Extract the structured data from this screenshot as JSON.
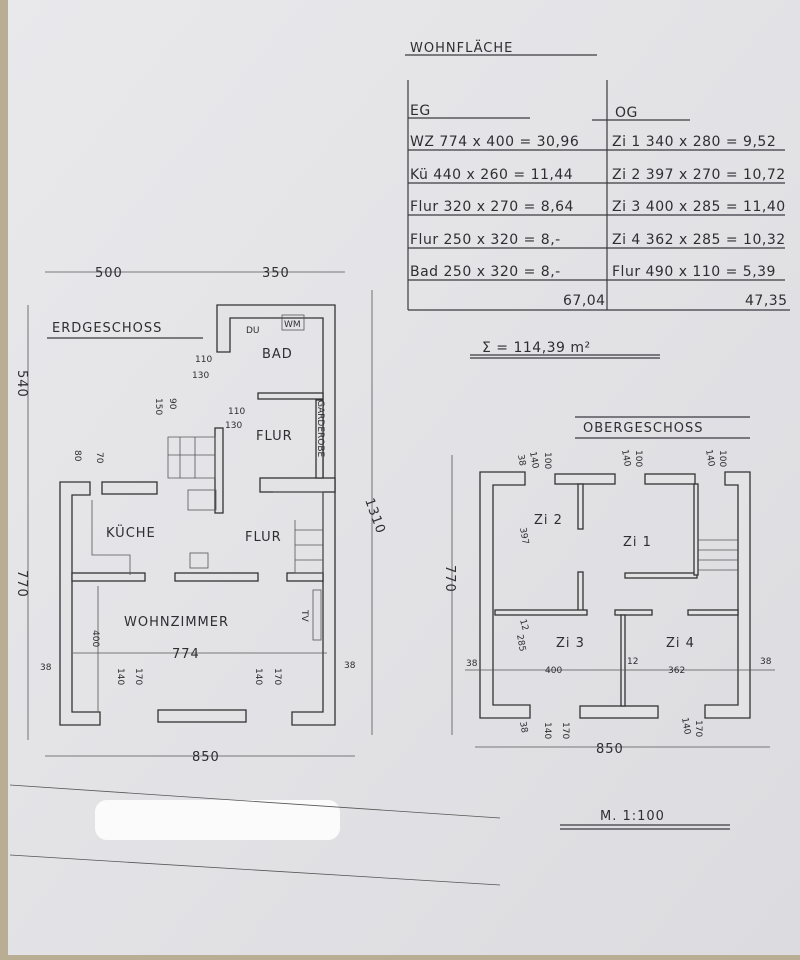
{
  "title": "WOHNFLÄCHE",
  "table": {
    "eg_header": "EG",
    "og_header": "OG",
    "eg_rows": [
      "WZ 774 x 400 = 30,96",
      "Kü 440 x 260 = 11,44",
      "Flur 320 x 270 = 8,64",
      "Flur 250 x 320 = 8,-",
      "Bad 250 x 320 = 8,-"
    ],
    "og_rows": [
      "Zi 1 340 x 280 = 9,52",
      "Zi 2 397 x 270 = 10,72",
      "Zi 3 400 x 285 = 11,40",
      "Zi 4 362 x 285 = 10,32",
      "Flur 490 x 110 = 5,39"
    ],
    "eg_total": "67,04",
    "og_total": "47,35",
    "sum": "Σ = 114,39 m²"
  },
  "erdgeschoss": {
    "title": "ERDGESCHOSS",
    "rooms": {
      "du": "DU",
      "wm": "WM",
      "bad": "BAD",
      "flur1": "FLUR",
      "flur2": "FLUR",
      "garderobe": "GARDEROBE",
      "kueche": "KÜCHE",
      "wohnzimmer": "WOHNZIMMER",
      "tv": "TV"
    },
    "dims": {
      "top_left": "500",
      "top_right": "350",
      "left_upper": "540",
      "left_lower": "770",
      "right": "1310",
      "bottom": "850",
      "inner_width": "774",
      "inner_depth": "400",
      "wall_left": "38",
      "wall_right": "38",
      "door1_a": "110",
      "door1_b": "130",
      "door2_a": "110",
      "door2_b": "130",
      "win_a": "90",
      "win_b": "150",
      "kwin_a": "80",
      "kwin_b": "70",
      "wz_win1_a": "140",
      "wz_win1_b": "170",
      "wz_win2_a": "140",
      "wz_win2_b": "170"
    }
  },
  "obergeschoss": {
    "title": "OBERGESCHOSS",
    "rooms": {
      "zi1": "Zi 1",
      "zi2": "Zi 2",
      "zi3": "Zi 3",
      "zi4": "Zi 4"
    },
    "dims": {
      "left": "770",
      "bottom": "850",
      "zi2_depth": "397",
      "zi3_depth": "285",
      "zi3_width": "400",
      "zi4_width": "362",
      "wall_mid": "12",
      "wall_inner": "12",
      "wall_left": "38",
      "wall_right": "38",
      "wall_top": "38",
      "wall_bottom": "38",
      "w1_a": "140",
      "w1_b": "100",
      "w2_a": "140",
      "w2_b": "100",
      "w3_a": "140",
      "w3_b": "100",
      "w4_a": "140",
      "w4_b": "170",
      "w5_a": "140",
      "w5_b": "170"
    }
  },
  "scale": "M. 1:100"
}
